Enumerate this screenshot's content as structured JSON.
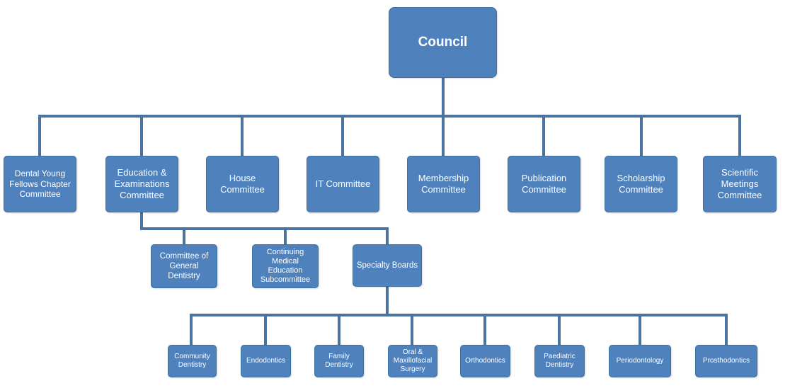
{
  "council": {
    "label": "Council"
  },
  "committees": {
    "dental_young_fellows": {
      "line1": "Dental Young",
      "line2": "Fellows Chapter",
      "line3": "Committee"
    },
    "education_examinations": {
      "line1": "Education &",
      "line2": "Examinations",
      "line3": "Committee"
    },
    "house": {
      "line1": "House",
      "line2": "Committee"
    },
    "it": {
      "line1": "IT Committee"
    },
    "membership": {
      "line1": "Membership",
      "line2": "Committee"
    },
    "publication": {
      "line1": "Publication",
      "line2": "Committee"
    },
    "scholarship": {
      "line1": "Scholarship",
      "line2": "Committee"
    },
    "scientific_meetings": {
      "line1": "Scientific",
      "line2": "Meetings",
      "line3": "Committee"
    }
  },
  "education_subunits": {
    "general_dentistry": {
      "line1": "Committee of",
      "line2": "General",
      "line3": "Dentistry"
    },
    "cme": {
      "line1": "Continuing",
      "line2": "Medical",
      "line3": "Education",
      "line4": "Subcommittee"
    },
    "specialty_boards": {
      "line1": "Specialty Boards"
    }
  },
  "specialty_boards": {
    "community": {
      "line1": "Community",
      "line2": "Dentistry"
    },
    "endodontics": {
      "line1": "Endodontics"
    },
    "family": {
      "line1": "Family",
      "line2": "Dentistry"
    },
    "oral_maxillofacial": {
      "line1": "Oral &",
      "line2": "Maxillofacial",
      "line3": "Surgery"
    },
    "orthodontics": {
      "line1": "Orthodontics"
    },
    "paediatric": {
      "line1": "Paediatric",
      "line2": "Dentistry"
    },
    "periodontology": {
      "line1": "Periodontology"
    },
    "prosthodontics": {
      "line1": "Prosthodontics"
    }
  },
  "colors": {
    "box_fill": "#4f81bd",
    "connector": "#4a73a0",
    "text": "#ffffff"
  }
}
